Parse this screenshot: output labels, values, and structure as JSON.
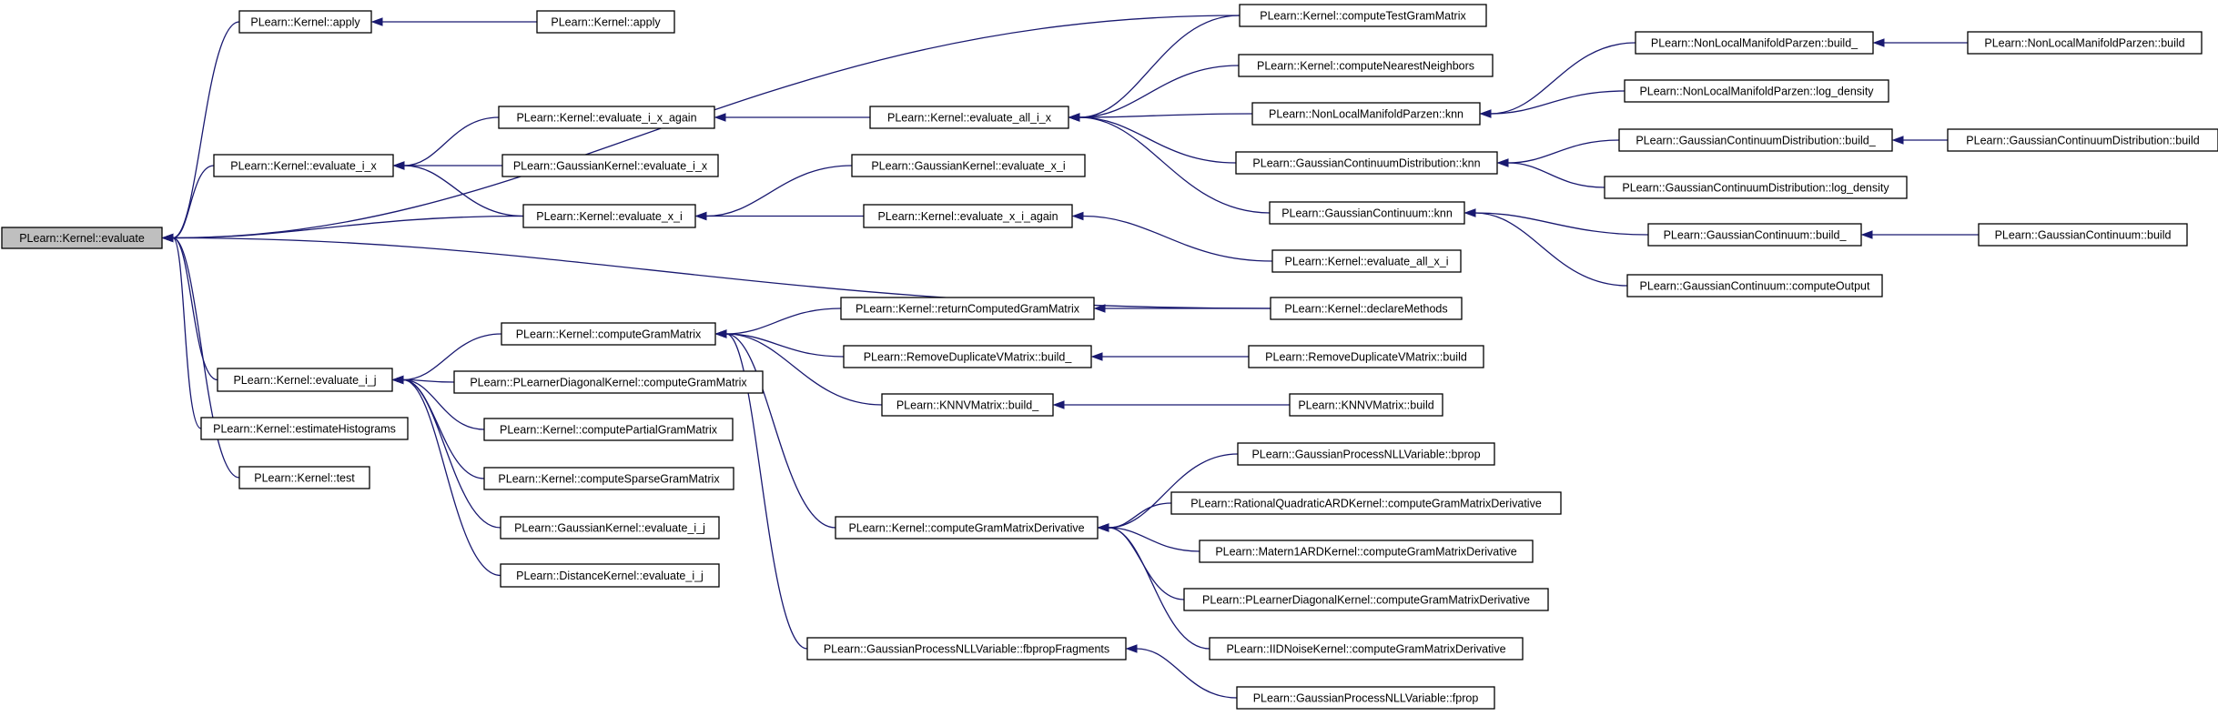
{
  "graph": {
    "colors": {
      "edge": "#191970",
      "node_border": "#000000",
      "root_fill": "#bfbfbf",
      "node_fill": "#ffffff"
    },
    "nodes": [
      {
        "id": "evaluate",
        "label": "PLearn::Kernel::evaluate",
        "root": true
      },
      {
        "id": "apply1",
        "label": "PLearn::Kernel::apply"
      },
      {
        "id": "apply2",
        "label": "PLearn::Kernel::apply"
      },
      {
        "id": "evaluate_i_x",
        "label": "PLearn::Kernel::evaluate_i_x"
      },
      {
        "id": "evaluate_i_x_again",
        "label": "PLearn::Kernel::evaluate_i_x_again"
      },
      {
        "id": "gk_evaluate_i_x",
        "label": "PLearn::GaussianKernel::evaluate_i_x"
      },
      {
        "id": "evaluate_x_i",
        "label": "PLearn::Kernel::evaluate_x_i"
      },
      {
        "id": "evaluate_all_i_x",
        "label": "PLearn::Kernel::evaluate_all_i_x"
      },
      {
        "id": "gk_evaluate_x_i",
        "label": "PLearn::GaussianKernel::evaluate_x_i"
      },
      {
        "id": "evaluate_x_i_again",
        "label": "PLearn::Kernel::evaluate_x_i_again"
      },
      {
        "id": "computeTestGramMatrix",
        "label": "PLearn::Kernel::computeTestGramMatrix"
      },
      {
        "id": "computeNearestNeighbors",
        "label": "PLearn::Kernel::computeNearestNeighbors"
      },
      {
        "id": "nlmp_knn",
        "label": "PLearn::NonLocalManifoldParzen::knn"
      },
      {
        "id": "gcd_knn",
        "label": "PLearn::GaussianContinuumDistribution::knn"
      },
      {
        "id": "gc_knn",
        "label": "PLearn::GaussianContinuum::knn"
      },
      {
        "id": "evaluate_all_x_i",
        "label": "PLearn::Kernel::evaluate_all_x_i"
      },
      {
        "id": "declareMethods",
        "label": "PLearn::Kernel::declareMethods"
      },
      {
        "id": "nlmp_build_",
        "label": "PLearn::NonLocalManifoldParzen::build_"
      },
      {
        "id": "nlmp_build",
        "label": "PLearn::NonLocalManifoldParzen::build"
      },
      {
        "id": "nlmp_log_density",
        "label": "PLearn::NonLocalManifoldParzen::log_density"
      },
      {
        "id": "gcd_build_",
        "label": "PLearn::GaussianContinuumDistribution::build_"
      },
      {
        "id": "gcd_build",
        "label": "PLearn::GaussianContinuumDistribution::build"
      },
      {
        "id": "gcd_log_density",
        "label": "PLearn::GaussianContinuumDistribution::log_density"
      },
      {
        "id": "gc_build_",
        "label": "PLearn::GaussianContinuum::build_"
      },
      {
        "id": "gc_build",
        "label": "PLearn::GaussianContinuum::build"
      },
      {
        "id": "gc_computeOutput",
        "label": "PLearn::GaussianContinuum::computeOutput"
      },
      {
        "id": "evaluate_i_j",
        "label": "PLearn::Kernel::evaluate_i_j"
      },
      {
        "id": "estimateHistograms",
        "label": "PLearn::Kernel::estimateHistograms"
      },
      {
        "id": "test",
        "label": "PLearn::Kernel::test"
      },
      {
        "id": "computeGramMatrix",
        "label": "PLearn::Kernel::computeGramMatrix"
      },
      {
        "id": "pld_computeGramMatrix",
        "label": "PLearn::PLearnerDiagonalKernel::computeGramMatrix"
      },
      {
        "id": "computePartialGramMatrix",
        "label": "PLearn::Kernel::computePartialGramMatrix"
      },
      {
        "id": "computeSparseGramMatrix",
        "label": "PLearn::Kernel::computeSparseGramMatrix"
      },
      {
        "id": "gk_evaluate_i_j",
        "label": "PLearn::GaussianKernel::evaluate_i_j"
      },
      {
        "id": "dk_evaluate_i_j",
        "label": "PLearn::DistanceKernel::evaluate_i_j"
      },
      {
        "id": "returnComputedGramMatrix",
        "label": "PLearn::Kernel::returnComputedGramMatrix"
      },
      {
        "id": "rdvm_build_",
        "label": "PLearn::RemoveDuplicateVMatrix::build_"
      },
      {
        "id": "rdvm_build",
        "label": "PLearn::RemoveDuplicateVMatrix::build"
      },
      {
        "id": "knnv_build_",
        "label": "PLearn::KNNVMatrix::build_"
      },
      {
        "id": "knnv_build",
        "label": "PLearn::KNNVMatrix::build"
      },
      {
        "id": "computeGramMatrixDerivative",
        "label": "PLearn::Kernel::computeGramMatrixDerivative"
      },
      {
        "id": "gpnll_bprop",
        "label": "PLearn::GaussianProcessNLLVariable::bprop"
      },
      {
        "id": "rqard_cgmd",
        "label": "PLearn::RationalQuadraticARDKernel::computeGramMatrixDerivative"
      },
      {
        "id": "matern_cgmd",
        "label": "PLearn::Matern1ARDKernel::computeGramMatrixDerivative"
      },
      {
        "id": "pld_cgmd",
        "label": "PLearn::PLearnerDiagonalKernel::computeGramMatrixDerivative"
      },
      {
        "id": "iid_cgmd",
        "label": "PLearn::IIDNoiseKernel::computeGramMatrixDerivative"
      },
      {
        "id": "gpnll_fbpropFragments",
        "label": "PLearn::GaussianProcessNLLVariable::fbpropFragments"
      },
      {
        "id": "gpnll_fprop",
        "label": "PLearn::GaussianProcessNLLVariable::fprop"
      }
    ],
    "edges": [
      {
        "from": "apply1",
        "to": "evaluate"
      },
      {
        "from": "computeTestGramMatrix",
        "to": "evaluate"
      },
      {
        "from": "evaluate_i_x",
        "to": "evaluate"
      },
      {
        "from": "evaluate_x_i",
        "to": "evaluate"
      },
      {
        "from": "declareMethods",
        "to": "evaluate"
      },
      {
        "from": "evaluate_i_j",
        "to": "evaluate"
      },
      {
        "from": "estimateHistograms",
        "to": "evaluate"
      },
      {
        "from": "test",
        "to": "evaluate"
      },
      {
        "from": "apply2",
        "to": "apply1"
      },
      {
        "from": "evaluate_i_x_again",
        "to": "evaluate_i_x"
      },
      {
        "from": "gk_evaluate_i_x",
        "to": "evaluate_i_x"
      },
      {
        "from": "evaluate_x_i",
        "to": "evaluate_i_x"
      },
      {
        "from": "evaluate_all_i_x",
        "to": "evaluate_i_x_again"
      },
      {
        "from": "gk_evaluate_x_i",
        "to": "evaluate_x_i"
      },
      {
        "from": "evaluate_x_i_again",
        "to": "evaluate_x_i"
      },
      {
        "from": "computeTestGramMatrix",
        "to": "evaluate_all_i_x"
      },
      {
        "from": "computeNearestNeighbors",
        "to": "evaluate_all_i_x"
      },
      {
        "from": "nlmp_knn",
        "to": "evaluate_all_i_x"
      },
      {
        "from": "gcd_knn",
        "to": "evaluate_all_i_x"
      },
      {
        "from": "gc_knn",
        "to": "evaluate_all_i_x"
      },
      {
        "from": "evaluate_all_x_i",
        "to": "evaluate_x_i_again"
      },
      {
        "from": "nlmp_build_",
        "to": "nlmp_knn"
      },
      {
        "from": "nlmp_log_density",
        "to": "nlmp_knn"
      },
      {
        "from": "nlmp_build",
        "to": "nlmp_build_"
      },
      {
        "from": "gcd_build_",
        "to": "gcd_knn"
      },
      {
        "from": "gcd_log_density",
        "to": "gcd_knn"
      },
      {
        "from": "gcd_build",
        "to": "gcd_build_"
      },
      {
        "from": "gc_build_",
        "to": "gc_knn"
      },
      {
        "from": "gc_computeOutput",
        "to": "gc_knn"
      },
      {
        "from": "gc_build",
        "to": "gc_build_"
      },
      {
        "from": "computeGramMatrix",
        "to": "evaluate_i_j"
      },
      {
        "from": "pld_computeGramMatrix",
        "to": "evaluate_i_j"
      },
      {
        "from": "computePartialGramMatrix",
        "to": "evaluate_i_j"
      },
      {
        "from": "computeSparseGramMatrix",
        "to": "evaluate_i_j"
      },
      {
        "from": "gk_evaluate_i_j",
        "to": "evaluate_i_j"
      },
      {
        "from": "dk_evaluate_i_j",
        "to": "evaluate_i_j"
      },
      {
        "from": "returnComputedGramMatrix",
        "to": "computeGramMatrix"
      },
      {
        "from": "rdvm_build_",
        "to": "computeGramMatrix"
      },
      {
        "from": "knnv_build_",
        "to": "computeGramMatrix"
      },
      {
        "from": "computeGramMatrixDerivative",
        "to": "computeGramMatrix"
      },
      {
        "from": "gpnll_fbpropFragments",
        "to": "computeGramMatrix"
      },
      {
        "from": "declareMethods",
        "to": "returnComputedGramMatrix"
      },
      {
        "from": "rdvm_build",
        "to": "rdvm_build_"
      },
      {
        "from": "knnv_build",
        "to": "knnv_build_"
      },
      {
        "from": "gpnll_bprop",
        "to": "computeGramMatrixDerivative"
      },
      {
        "from": "rqard_cgmd",
        "to": "computeGramMatrixDerivative"
      },
      {
        "from": "matern_cgmd",
        "to": "computeGramMatrixDerivative"
      },
      {
        "from": "pld_cgmd",
        "to": "computeGramMatrixDerivative"
      },
      {
        "from": "iid_cgmd",
        "to": "computeGramMatrixDerivative"
      },
      {
        "from": "gpnll_fprop",
        "to": "gpnll_fbpropFragments"
      }
    ]
  }
}
